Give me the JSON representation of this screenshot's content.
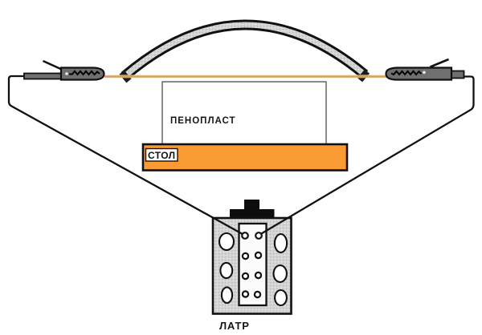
{
  "diagram": {
    "labels": {
      "foam": "ПЕНОПЛАСТ",
      "table": "СТОЛ",
      "transformer": "ЛАТР"
    },
    "colors": {
      "table_orange": "#FA9A33",
      "wire_orange": "#D9A05C",
      "clip_gray": "#6F6F6F",
      "arc_gray": "#D2D2D2",
      "transformer_gray": "#CDCDCD",
      "outline_black": "#111111"
    }
  }
}
